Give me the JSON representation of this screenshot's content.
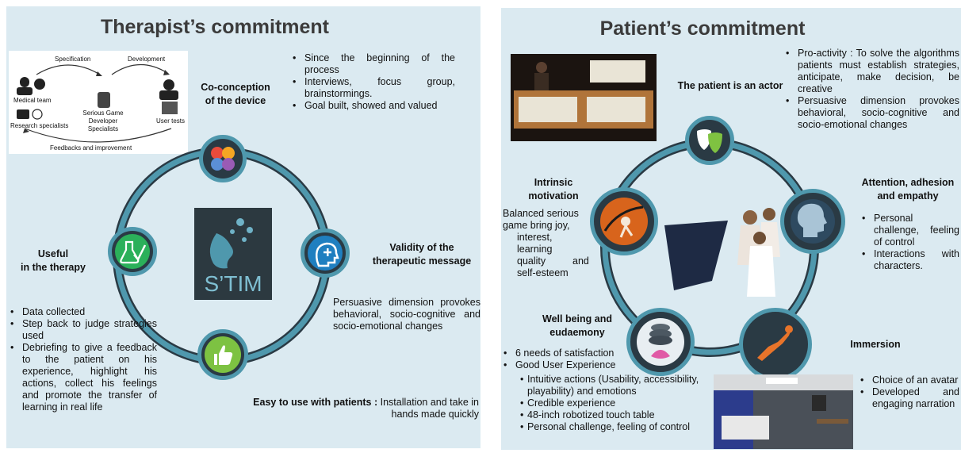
{
  "left": {
    "title": "Therapist’s commitment",
    "diagram": {
      "specification": "Specification",
      "development": "Development",
      "medical_team": "Medical team",
      "research_specialists": "Research specialists",
      "developer_line1": "Serious Game",
      "developer_line2": "Developer Specialists",
      "user_tests": "User tests",
      "feedback": "Feedbacks and improvement"
    },
    "co_conception": {
      "label_line1": "Co-conception",
      "label_line2": "of the device",
      "bullets": [
        "Since the beginning of the process",
        "Interviews, focus group, brainstormings.",
        "Goal built, showed and valued"
      ]
    },
    "validity": {
      "label_line1": "Validity of the",
      "label_line2": "therapeutic message",
      "text": "Persuasive dimension provokes behavioral, socio-cognitive and socio-emotional changes"
    },
    "useful": {
      "label_line1": "Useful",
      "label_line2": "in the therapy",
      "bullets": [
        "Data collected",
        "Step back to judge strategies used",
        "Debriefing to give a feedback to the patient on his experience, highlight his actions, collect his feelings and promote the transfer of learning in real life"
      ]
    },
    "easy": {
      "label": "Easy to use with patients",
      "separator": " : ",
      "text_line1": "Installation and take in",
      "text_line2": "hands made quickly"
    },
    "logo_text": "S’TIM"
  },
  "right": {
    "title": "Patient’s commitment",
    "actor": {
      "label": "The patient is an actor",
      "bullets": [
        "Pro-activity : To solve the algorithms patients must establish strategies, anticipate, make decision, be creative",
        "Persuasive dimension provokes behavioral, socio-cognitive and socio-emotional changes"
      ]
    },
    "intrinsic": {
      "label_line1": "Intrinsic",
      "label_line2": "motivation",
      "text_lines": [
        "Balanced serious",
        "game bring joy,",
        "interest,",
        "learning",
        "quality",
        "and",
        "self-esteem"
      ]
    },
    "attention": {
      "label_line1": "Attention, adhesion",
      "label_line2": "and empathy",
      "bullets": [
        "Personal challenge, feeling of control",
        "Interactions with characters."
      ]
    },
    "wellbeing": {
      "label_line1": "Well being and",
      "label_line2": "eudaemony",
      "bullets": [
        "6 needs of satisfaction",
        "Good User Experience"
      ],
      "sub_bullets": [
        "Intuitive actions (Usability, accessibility, playability) and emotions",
        "Credible experience",
        "48-inch robotized touch table",
        "Personal challenge, feeling of control"
      ]
    },
    "immersion": {
      "label": "Immersion",
      "bullets": [
        "Choice of an avatar",
        "Developed and engaging narration"
      ]
    }
  },
  "colors": {
    "panel_bg": "#dbeaf1",
    "ring": "#4f98ad",
    "icon_dark": "#2a3a44",
    "useful_green": "#2bb05a",
    "easy_green": "#7dc242",
    "validity_blue": "#1f7fc0"
  }
}
